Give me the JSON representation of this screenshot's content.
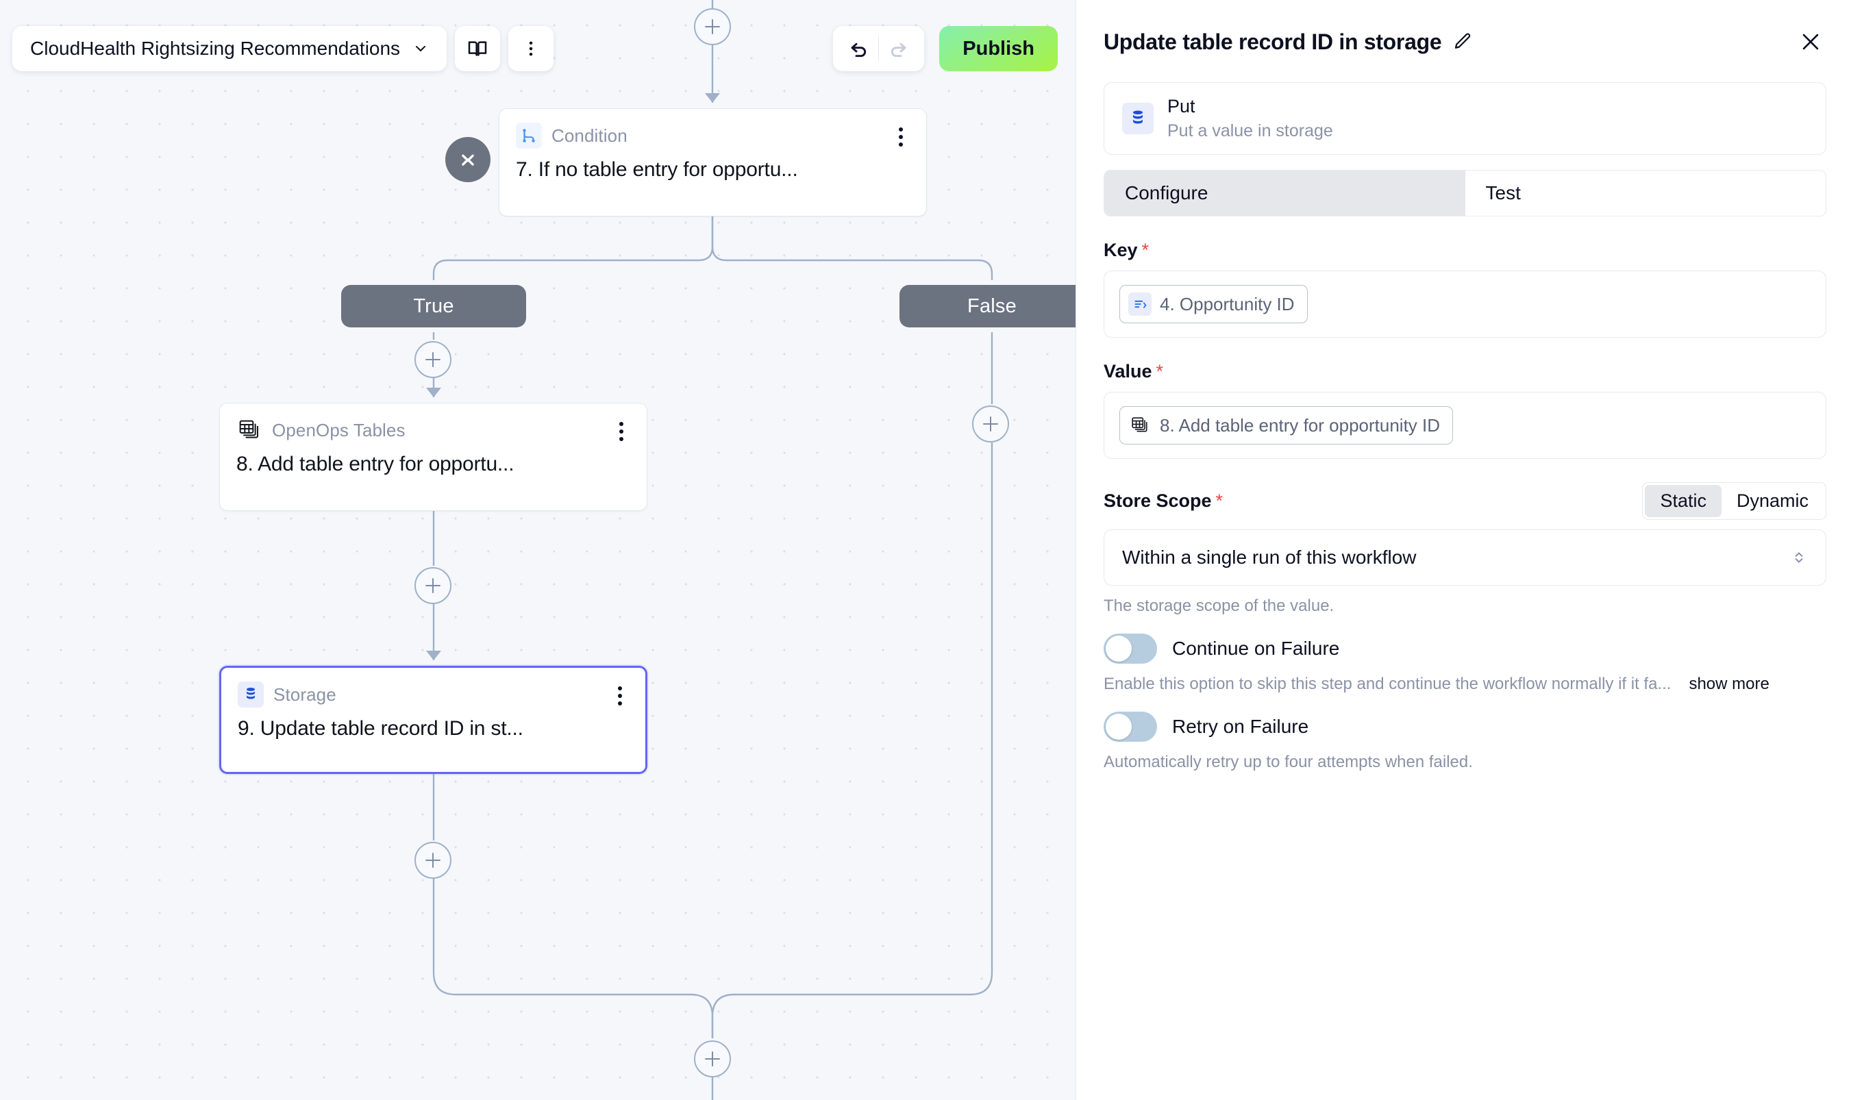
{
  "toolbar": {
    "workflow_name": "CloudHealth Rightsizing Recommendations",
    "dropdown_icon": "chevron-down-icon",
    "docs_icon": "book-icon",
    "more_icon": "kebab-menu-icon",
    "undo_icon": "undo-arrow-icon",
    "redo_icon": "redo-arrow-icon",
    "publish_label": "Publish",
    "publish_color": "#a3f34b"
  },
  "canvas": {
    "collapse_icon": "collapse-chevrons-icon",
    "add_icon": "plus-icon",
    "branches": {
      "true_label": "True",
      "false_label": "False"
    },
    "nodes": [
      {
        "kind": "Condition",
        "title": "7. If no table entry for opportu...",
        "icon": "branch-condition-icon",
        "selected": false
      },
      {
        "kind": "OpenOps Tables",
        "title": "8. Add table entry for opportu...",
        "icon": "stacked-table-icon",
        "selected": false
      },
      {
        "kind": "Storage",
        "title": "9. Update table record ID in st...",
        "icon": "database-icon",
        "selected": true
      }
    ]
  },
  "panel": {
    "title": "Update table record ID in storage",
    "edit_icon": "pencil-icon",
    "close_icon": "close-x-icon",
    "action": {
      "name": "Put",
      "description": "Put a value in storage",
      "icon": "database-icon"
    },
    "tabs": [
      {
        "label": "Configure",
        "active": true
      },
      {
        "label": "Test",
        "active": false
      }
    ],
    "key_field": {
      "label": "Key",
      "required": "*",
      "chip_text": "4. Opportunity ID",
      "chip_icon": "step-output-icon"
    },
    "value_field": {
      "label": "Value",
      "required": "*",
      "chip_text": "8. Add table entry for opportunity ID",
      "chip_icon": "stacked-table-icon"
    },
    "store_scope": {
      "label": "Store Scope",
      "required": "*",
      "segments": [
        {
          "label": "Static",
          "active": true
        },
        {
          "label": "Dynamic",
          "active": false
        }
      ],
      "selected_value": "Within a single run of this workflow",
      "select_icon": "chevron-updown-icon",
      "help": "The storage scope of the value."
    },
    "continue_on_failure": {
      "label": "Continue on Failure",
      "enabled": false,
      "help": "Enable this option to skip this step and continue the workflow normally if it fa...",
      "show_more": "show more"
    },
    "retry_on_failure": {
      "label": "Retry on Failure",
      "enabled": false,
      "help": "Automatically retry up to four attempts when failed."
    }
  }
}
